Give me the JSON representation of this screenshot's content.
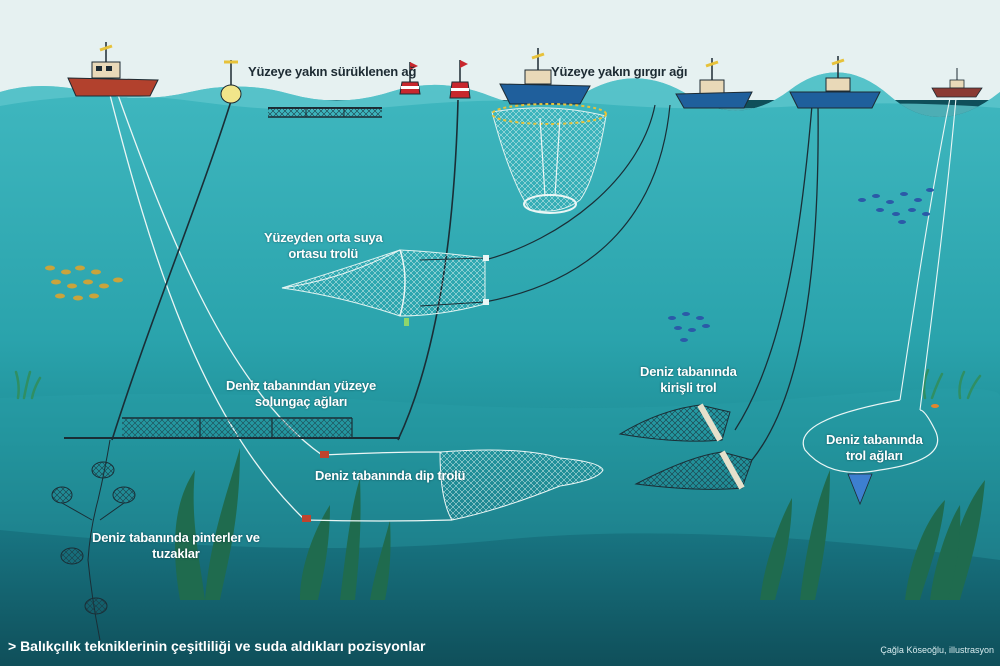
{
  "labels": {
    "surface_drift_net": "Yüzeye yakın sürüklenen ağ",
    "surface_purse_seine": "Yüzeye yakın gırgır ağı",
    "midwater_trawl": "Yüzeyden orta suya\nortasu trolü",
    "bottom_to_surface_gillnets": "Deniz tabanından yüzeye\nsolungaç ağları",
    "bottom_otter_trawl": "Deniz tabanında dip trolü",
    "beam_trawl": "Deniz tabanında\nkirişli trol",
    "bottom_trawl_nets": "Deniz tabanında\ntrol ağları",
    "pots_and_traps": "Deniz tabanında pinterler ve\ntuzaklar"
  },
  "caption": "> Balıkçılık tekniklerinin çeşitliliği ve suda aldıkları pozisyonlar",
  "credit": "Çağla Köseoğlu, illustrasyon",
  "colors": {
    "sky": "#e6f1f1",
    "sea_top": "#3cb3bc",
    "sea_mid": "#2aa3ac",
    "sea_deep": "#156776",
    "sea_floor": "#0f4f5a",
    "boat_red": "#b2412d",
    "boat_blue": "#1f5f9c",
    "buoy_red": "#c8272d",
    "buoy_yellow": "#f1e58a",
    "net_light": "#d6f0ee",
    "seaweed": "#1f6b4e"
  }
}
